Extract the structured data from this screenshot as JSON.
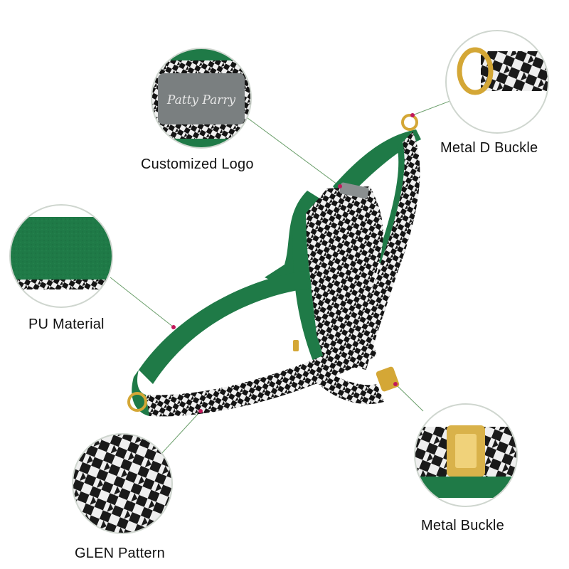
{
  "product_image": {
    "brand_logo_text": "Patty Parry",
    "colors": {
      "strap_green": "#1f7a47",
      "houndstooth_dark": "#141414",
      "houndstooth_light": "#efefef",
      "hardware_gold": "#d4a736",
      "logo_patch": "#7a7f80",
      "marker_dot": "#c2185b",
      "circle_border": "#cfd6cf"
    }
  },
  "callouts": {
    "logo": {
      "label": "Customized Logo",
      "icon": "logo-patch-closeup"
    },
    "d_buckle": {
      "label": "Metal D Buckle",
      "icon": "d-ring-closeup"
    },
    "pu": {
      "label": "PU Material",
      "icon": "green-leather-closeup"
    },
    "buckle": {
      "label": "Metal Buckle",
      "icon": "gold-buckle-closeup"
    },
    "glen": {
      "label": "GLEN Pattern",
      "icon": "houndstooth-closeup"
    }
  }
}
